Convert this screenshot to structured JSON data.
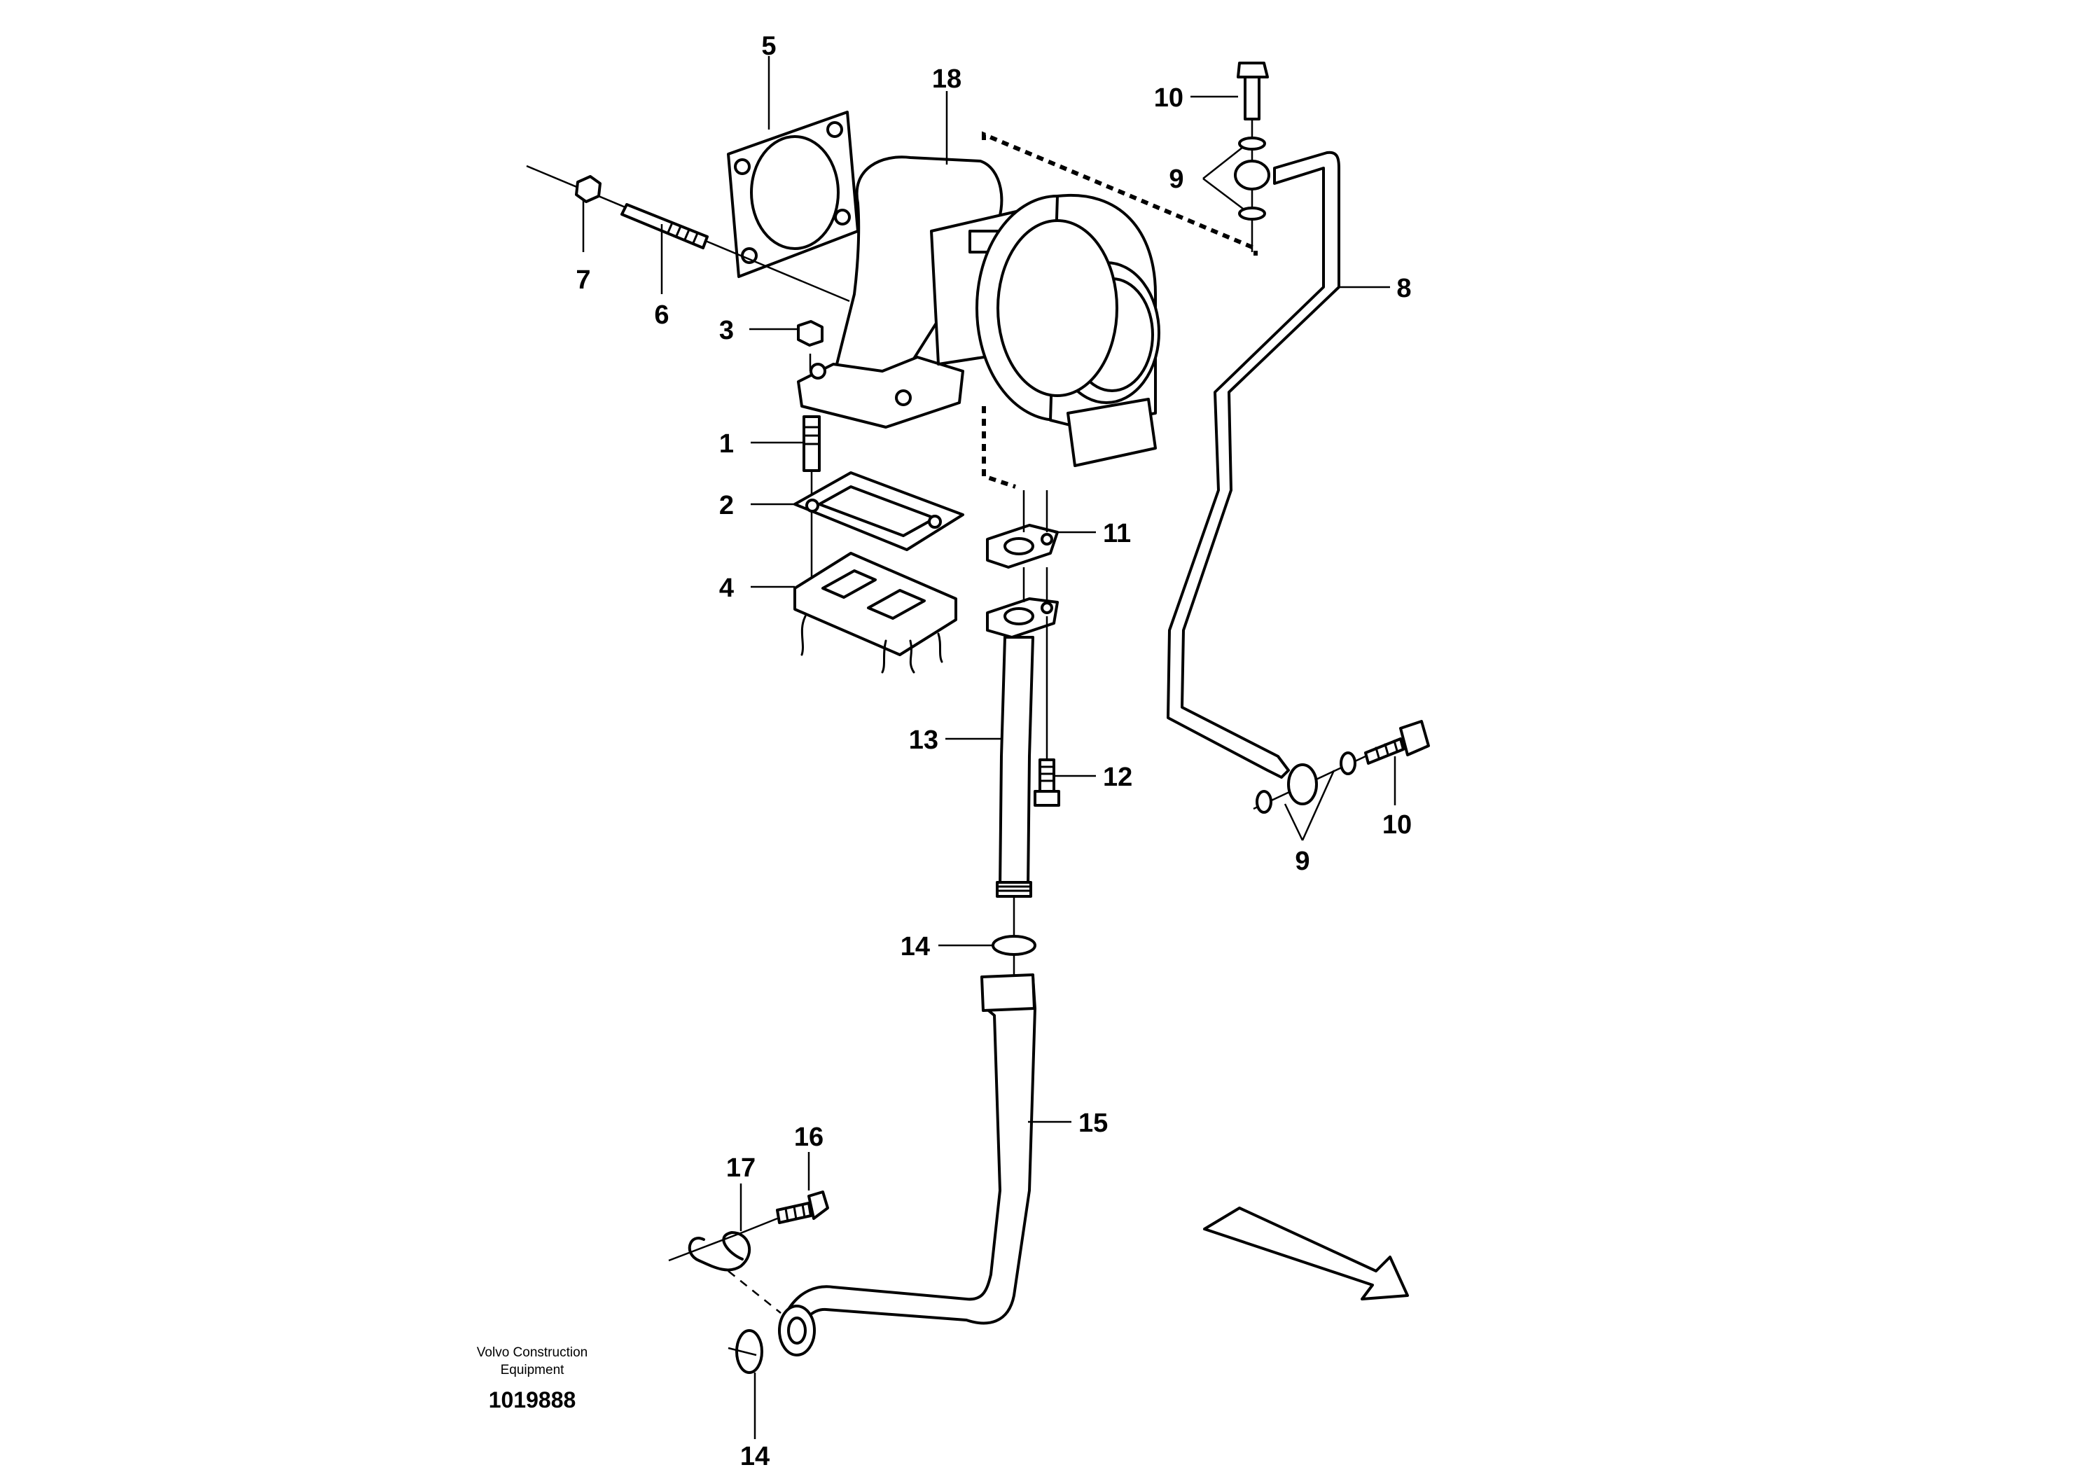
{
  "diagram": {
    "callouts": {
      "c1": "1",
      "c2": "2",
      "c3": "3",
      "c4": "4",
      "c5": "5",
      "c6": "6",
      "c7": "7",
      "c8": "8",
      "c9a": "9",
      "c9b": "9",
      "c10a": "10",
      "c10b": "10",
      "c11": "11",
      "c12": "12",
      "c13": "13",
      "c14a": "14",
      "c14b": "14",
      "c15": "15",
      "c16": "16",
      "c17": "17",
      "c18": "18"
    },
    "credit_line1": "Volvo Construction",
    "credit_line2": "Equipment",
    "document_number": "1019888"
  }
}
